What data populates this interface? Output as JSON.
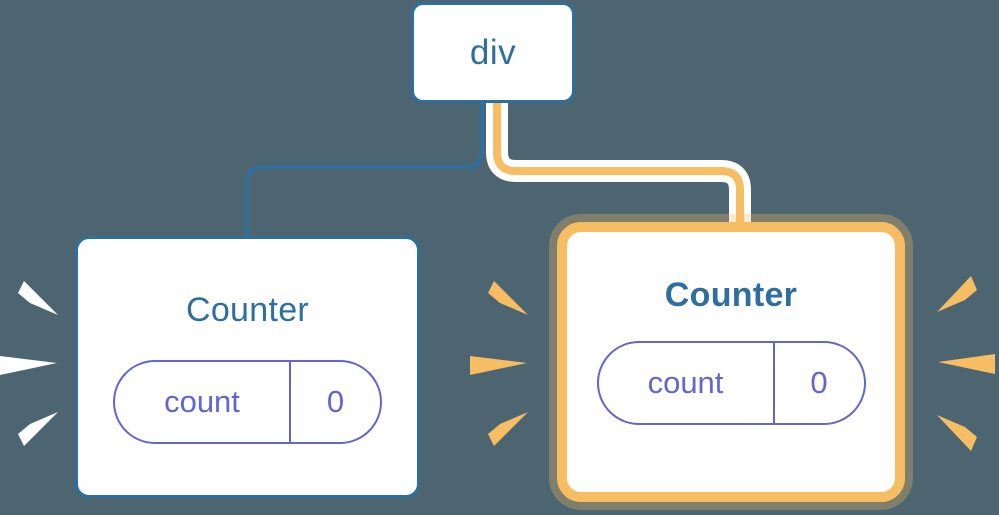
{
  "diagram": {
    "background_color": "#4c6570",
    "blue": "#2f6f9e",
    "orange": "#f7bd63",
    "purple": "#6366cf",
    "white": "#ffffff"
  },
  "nodes": {
    "root": {
      "label": "div",
      "type": "element"
    },
    "counter_left": {
      "label": "Counter",
      "highlighted": false,
      "state": {
        "key": "count",
        "value": "0"
      }
    },
    "counter_right": {
      "label": "Counter",
      "highlighted": true,
      "state": {
        "key": "count",
        "value": "0"
      }
    }
  },
  "edges": [
    {
      "from": "div",
      "to": "Counter",
      "color": "#2f6f9e",
      "style": "thin"
    },
    {
      "from": "div",
      "to": "Counter",
      "color": "#f7bd63",
      "style": "thick-highlighted"
    }
  ],
  "decorations": {
    "rays_left": {
      "color": "#ffffff",
      "count": 3,
      "points": "left"
    },
    "rays_middle": {
      "color": "#f7bd63",
      "count": 3,
      "points": "right"
    },
    "rays_right": {
      "color": "#f7bd63",
      "count": 3,
      "points": "right"
    }
  }
}
